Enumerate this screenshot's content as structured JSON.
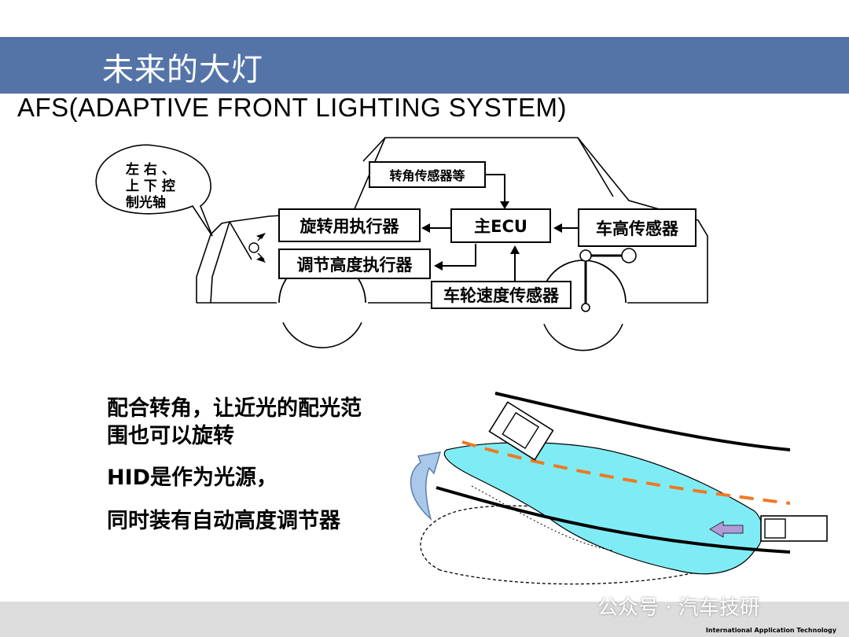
{
  "slide": {
    "title": "未来的大灯",
    "subtitle": "AFS(ADAPTIVE FRONT LIGHTING SYSTEM)"
  },
  "diagram": {
    "bubble_text": "左 右 、\n上 下 控\n制光轴",
    "boxes": {
      "steering_sensor": "转角传感器等",
      "swivel_actuator": "旋转用执行器",
      "main_ecu": "主ECU",
      "height_sensor": "车高传感器",
      "leveling_actuator": "调节高度执行器",
      "wheel_speed_sensor": "车轮速度传感器"
    }
  },
  "description": {
    "line1": "配合转角，让近光的配光范",
    "line2": "围也可以旋转",
    "line3": "HID是作为光源，",
    "line4": "同时装有自动高度调节器"
  },
  "colors": {
    "title_bar": "#5474a8",
    "beam_fill": "#7fecf5",
    "cutoff_line": "#f07820",
    "swivel_arrow": "#a9c8ea",
    "vehicle_arrow": "#b09ad8"
  },
  "footer": {
    "watermark": "公众号 · 汽车技研",
    "note": "International Application Technology"
  }
}
